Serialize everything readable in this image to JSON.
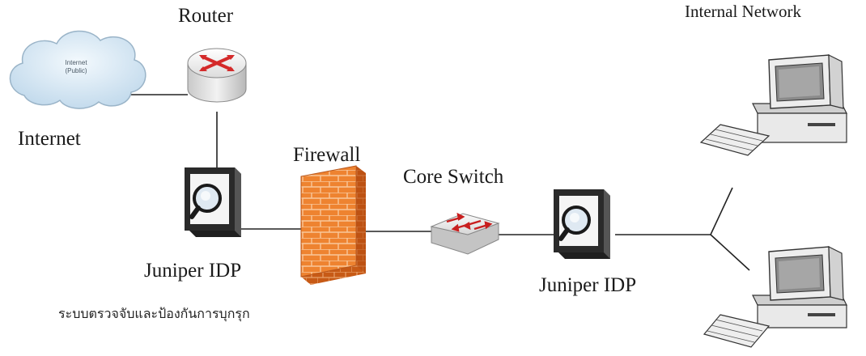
{
  "labels": {
    "router": "Router",
    "internet": "Internet",
    "internal_network": "Internal Network",
    "firewall": "Firewall",
    "core_switch": "Core Switch",
    "idp_left": "Juniper IDP",
    "idp_right": "Juniper IDP",
    "ids_caption": "ระบบตรวจจับและป้องกันการบุกรุก"
  },
  "cloud_text": {
    "line1": "Internet",
    "line2": "(Public)"
  },
  "colors": {
    "line": "#222222",
    "cloud_fill": "#cfe3f2",
    "cloud_stroke": "#9ab4c8",
    "router_red": "#d42a2a",
    "brick": "#e8782a",
    "monitor_beige": "#e8e8e8",
    "dark_frame": "#2a2a2a"
  },
  "icons": [
    "cloud-icon",
    "router-icon",
    "idp-icon",
    "firewall-icon",
    "switch-icon",
    "computer-icon"
  ]
}
